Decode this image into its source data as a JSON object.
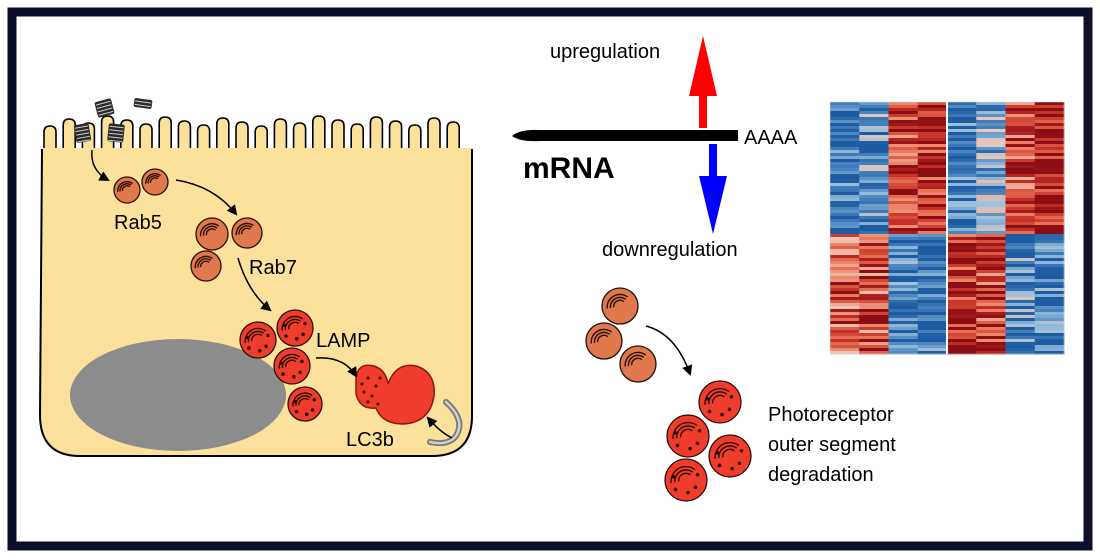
{
  "labels": {
    "rab5": "Rab5",
    "rab7": "Rab7",
    "lamp": "LAMP",
    "lc3b": "LC3b",
    "mrna": "mRNA",
    "poly_a": "AAAA",
    "up": "upregulation",
    "down": "downregulation",
    "degradation": [
      "Photoreceptor",
      "outer segment",
      "degradation"
    ]
  },
  "colors": {
    "frame": "#0d0d2e",
    "cytoplasm": "#fbe19c",
    "nucleus": "#8c8c8c",
    "early_endosome": "#e0784e",
    "lysosome": "#f03c2c",
    "up_arrow": "#ff0000",
    "down_arrow": "#0000ff",
    "heatmap_high": "#8b0d12",
    "heatmap_low": "#1e5ba0"
  },
  "icons": {
    "endosome": "striped-vesicle-icon",
    "lysosome": "spotted-lysosome-icon",
    "outer_segment": "stacked-disc-icon"
  }
}
